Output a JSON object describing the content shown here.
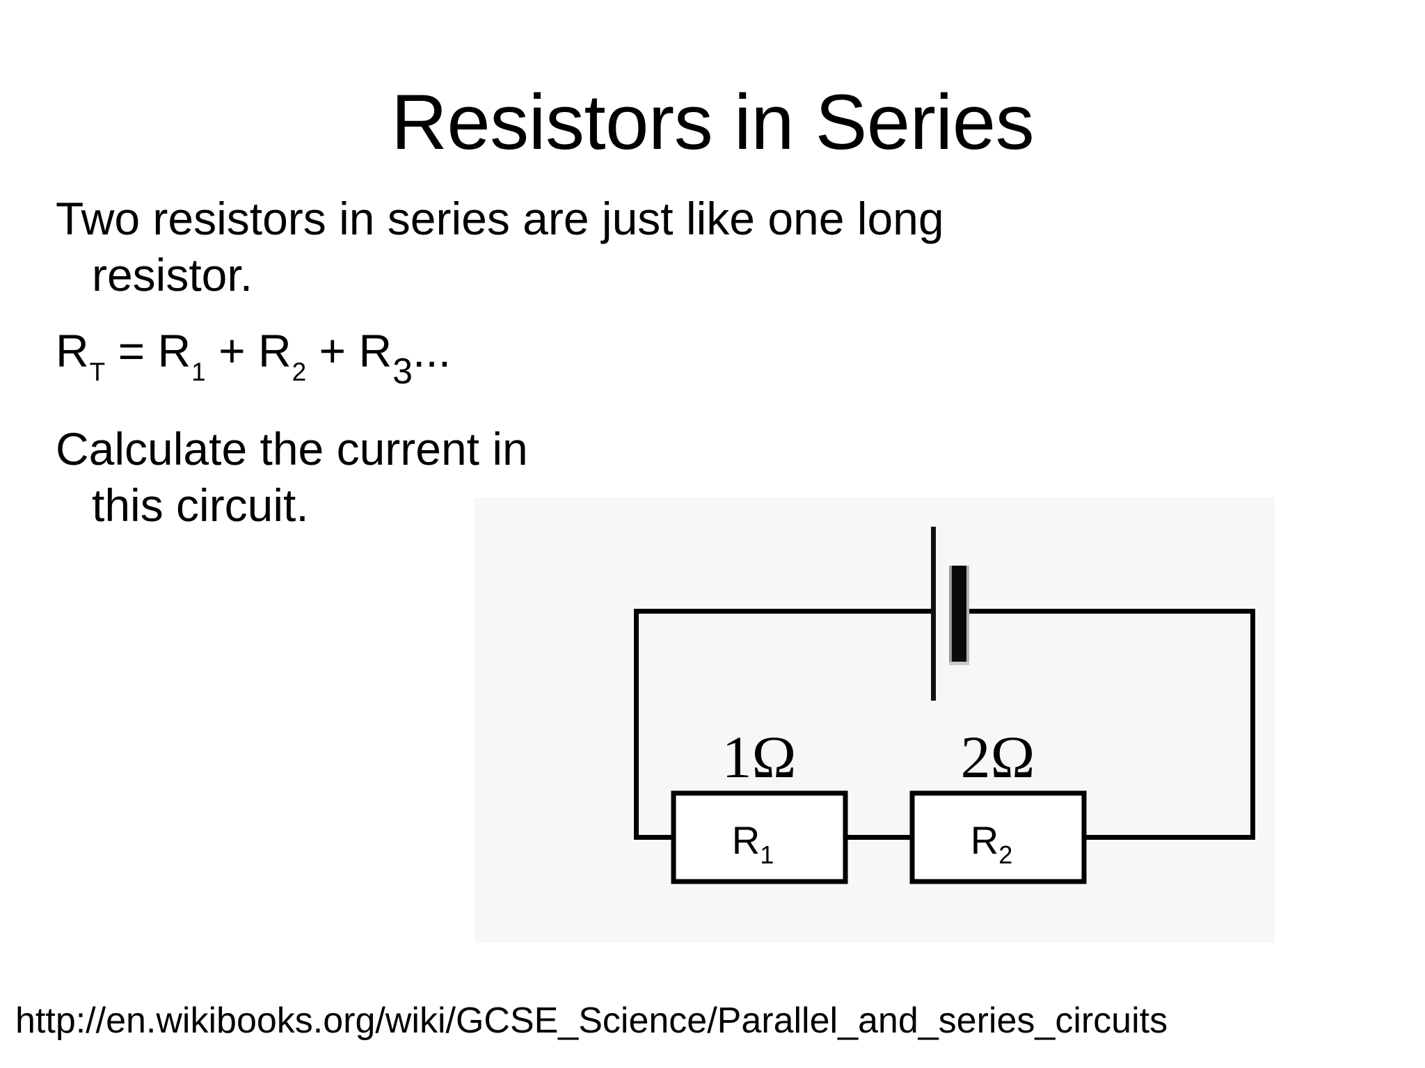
{
  "slide": {
    "title": "Resistors in Series",
    "background_color": "#ffffff",
    "text_color": "#000000"
  },
  "body": {
    "paragraph_1_line_1": "Two resistors in series are just like one long",
    "paragraph_1_line_2": "resistor.",
    "formula": {
      "r_total": "R",
      "r_total_sub": "T",
      "equals": " = ",
      "r1": "R",
      "r1_sub": "1",
      "plus_1": " + ",
      "r2": "R",
      "r2_sub": "2",
      "plus_2": " + ",
      "r3": "R",
      "r3_sub": "3",
      "ellipsis": "..."
    },
    "paragraph_2_line_1": "Calculate the current",
    "paragraph_2_line_2": "in this circuit."
  },
  "circuit": {
    "panel_background": "#f7f7f7",
    "wire_color": "#000000",
    "battery_label": "battery",
    "resistor_1": {
      "value_label": "1Ω",
      "box_label_main": "R",
      "box_label_sub": "1"
    },
    "resistor_2": {
      "value_label": "2Ω",
      "box_label_main": "R",
      "box_label_sub": "2"
    }
  },
  "footer": {
    "url": "http://en.wikibooks.org/wiki/GCSE_Science/Parallel_and_series_circuits"
  }
}
